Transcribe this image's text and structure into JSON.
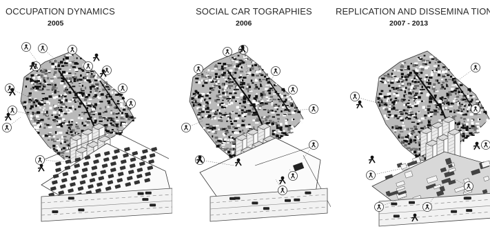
{
  "panels": [
    {
      "title": "OCCUPATION DYNAMICS",
      "year": "2005"
    },
    {
      "title": "SOCIAL CAR TOGRAPHIES",
      "year": "2006"
    },
    {
      "title": "REPLICATION AND DISSEMINA TION",
      "year": "2007 - 2013"
    }
  ]
}
